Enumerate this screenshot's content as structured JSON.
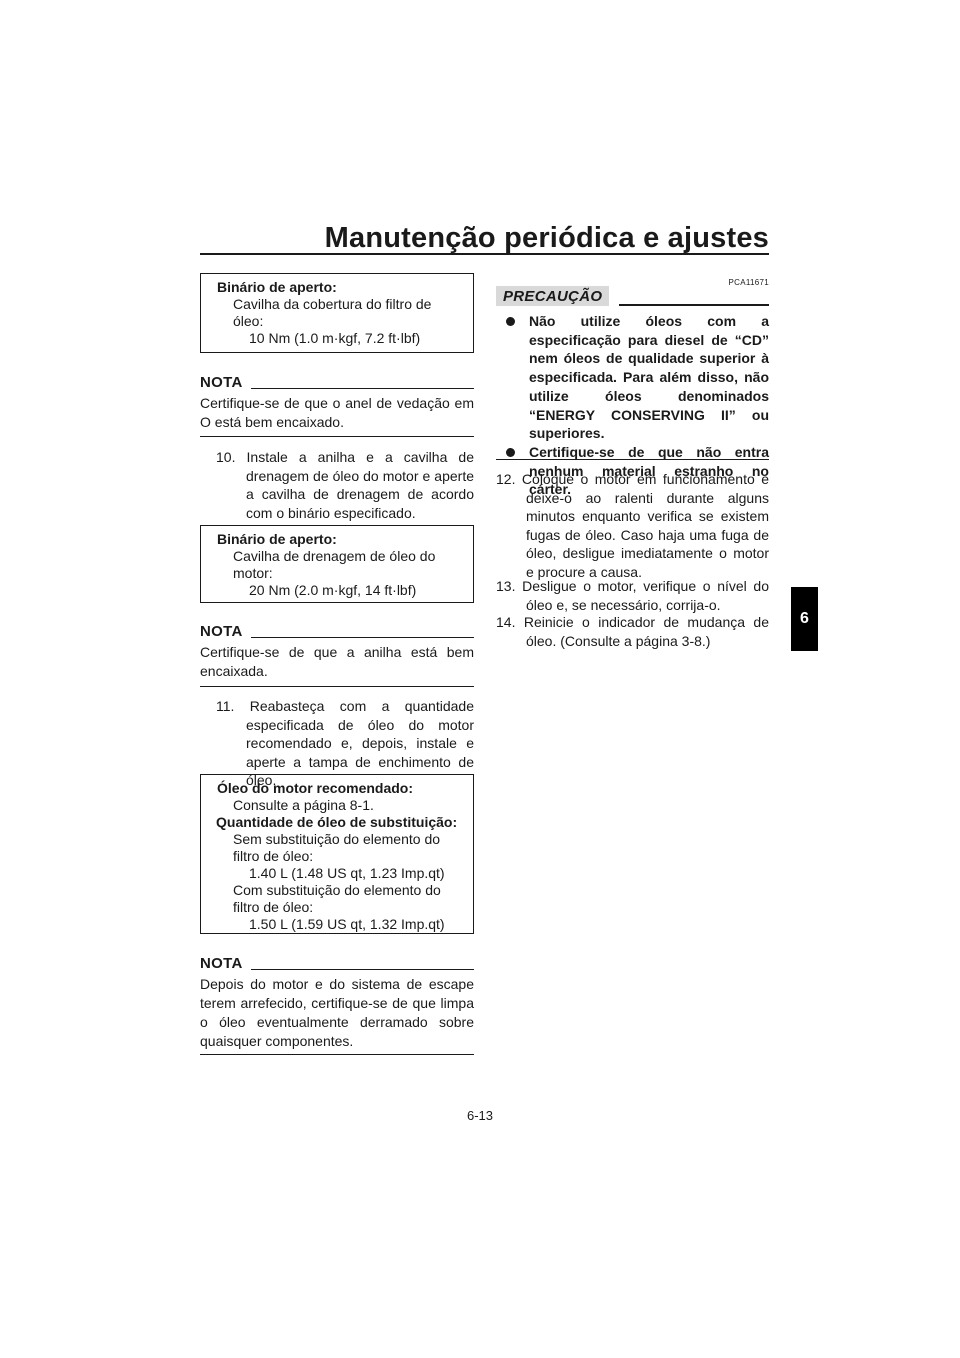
{
  "header": {
    "title": "Manutenção periódica e ajustes"
  },
  "chapter_tab": "6",
  "left_column": {
    "torque_box_1": {
      "label": "Binário de aperto:",
      "item": "Cavilha da cobertura do filtro de",
      "item_cont": "óleo:",
      "value": "10 Nm (1.0 m·kgf, 7.2 ft·lbf)"
    },
    "nota_1": {
      "heading": "NOTA",
      "text": "Certifique-se de que o anel de vedação em O está bem encaixado."
    },
    "step_10": "10. Instale a anilha e a cavilha de drenagem de óleo do motor e aperte a cavilha de drenagem de acordo com o binário especificado.",
    "torque_box_2": {
      "label": "Binário de aperto:",
      "item": "Cavilha de drenagem de óleo do",
      "item_cont": "motor:",
      "value": "20 Nm (2.0 m·kgf, 14 ft·lbf)"
    },
    "nota_2": {
      "heading": "NOTA",
      "text": "Certifique-se de que a anilha está bem encaixada."
    },
    "step_11": "11. Reabasteça com a quantidade especificada de óleo do motor recomendado e, depois, instale e aperte a tampa de enchimento de óleo.",
    "oil_box": {
      "label_recommended": "Óleo do motor recomendado:",
      "recommended_value": "Consulte a página 8-1.",
      "label_quantity": "Quantidade de óleo de substituição:",
      "without_filter": "Sem substituição do elemento do",
      "without_filter_cont": "filtro de óleo:",
      "without_filter_value": "1.40 L (1.48 US qt, 1.23 Imp.qt)",
      "with_filter": "Com substituição do elemento do",
      "with_filter_cont": "filtro de óleo:",
      "with_filter_value": "1.50 L (1.59 US qt, 1.32 Imp.qt)"
    },
    "nota_3": {
      "heading": "NOTA",
      "text": "Depois do motor e do sistema de escape terem arrefecido, certifique-se de que limpa o óleo eventualmente derramado sobre quaisquer componentes."
    }
  },
  "right_column": {
    "caution_code": "PCA11671",
    "caution_heading": "PRECAUÇÃO",
    "caution_items": [
      "Não utilize óleos com a especificação para diesel de “CD” nem óleos de qualidade superior à especificada. Para além disso, não utilize óleos denominados “ENERGY CONSERVING II” ou superiores.",
      "Certifique-se de que não entra nenhum material estranho no cárter."
    ],
    "step_12": "12. Coloque o motor em funcionamento e deixe-o ao ralenti durante alguns minutos enquanto verifica se existem fugas de óleo. Caso haja uma fuga de óleo, desligue imediatamente o motor e procure a causa.",
    "step_13": "13. Desligue o motor, verifique o nível do óleo e, se necessário, corrija-o.",
    "step_14": "14. Reinicie o indicador de mudança de óleo. (Consulte a página 3-8.)"
  },
  "footer": {
    "page_number": "6-13"
  }
}
